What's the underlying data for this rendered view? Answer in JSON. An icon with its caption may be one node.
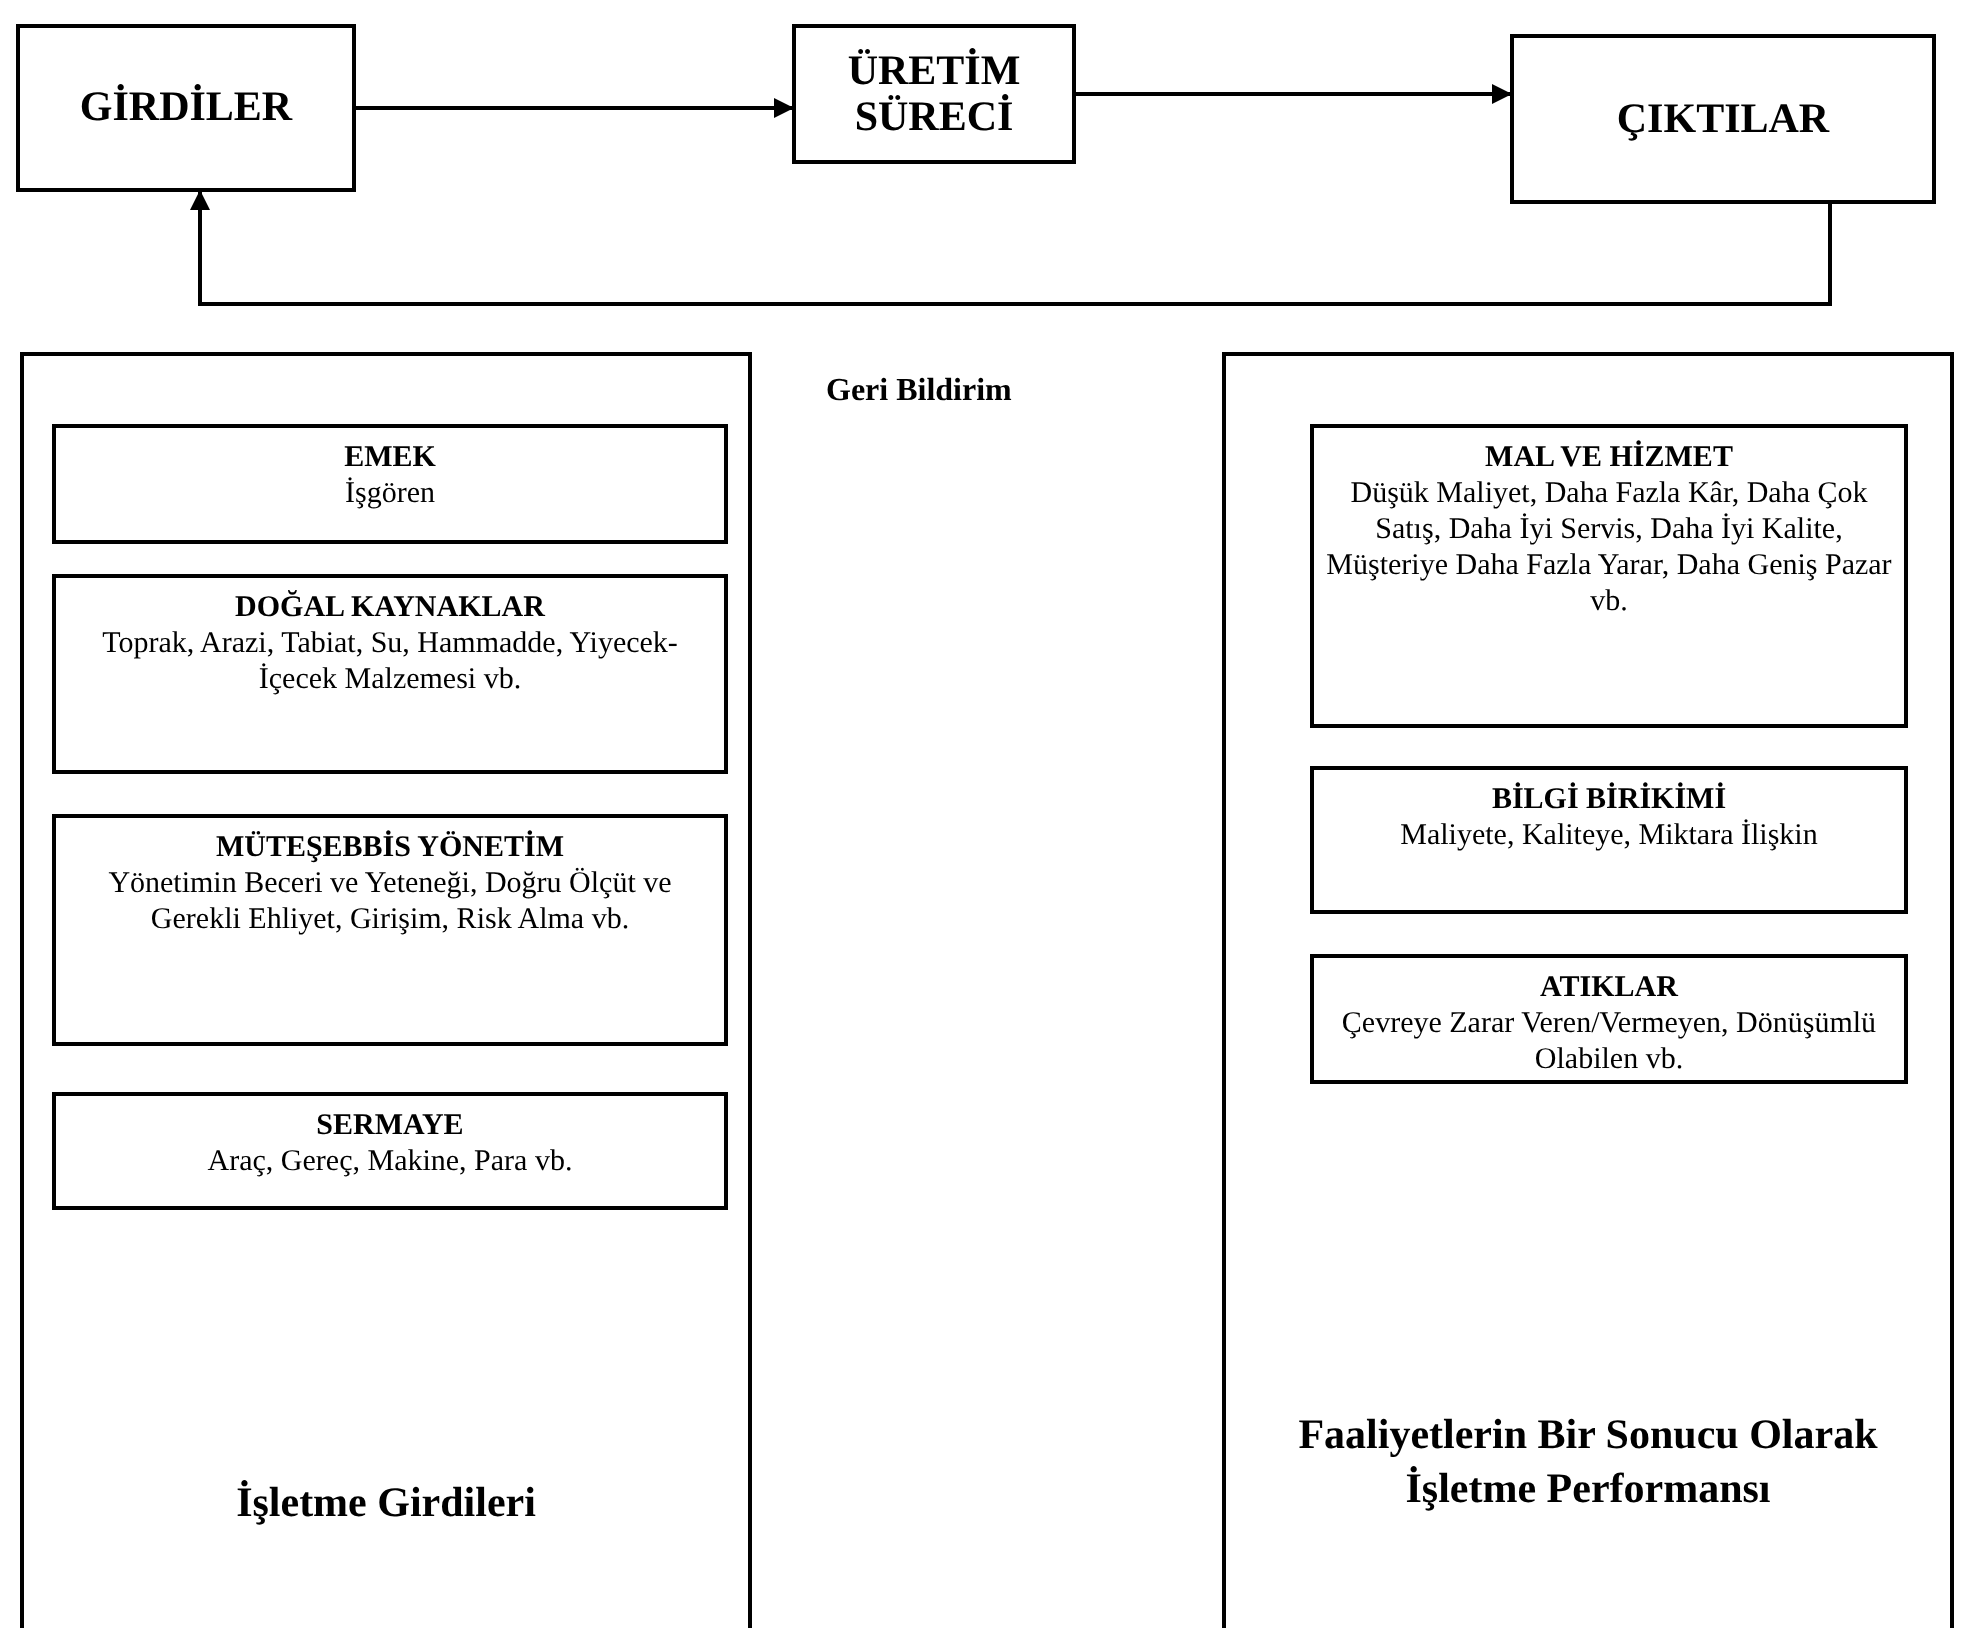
{
  "diagram": {
    "nodes": [
      {
        "text": [
          "GİRDİLER"
        ]
      },
      {
        "text": [
          "ÜRETİM SÜRECİ"
        ]
      },
      {
        "text": [
          "ÇIKTILAR"
        ]
      },
      {
        "text": [
          "İşletme Girdileri"
        ]
      },
      {
        "text": [
          "EMEK",
          "İşgören"
        ],
        "in": 3
      },
      {
        "text": [
          "DOĞAL KAYNAKLAR",
          "Toprak, Arazi, Tabiat, Su, Hammadde, Yiyecek-İçecek Malzemesi vb."
        ],
        "in": 3
      },
      {
        "text": [
          "MÜTEŞEBBİS YÖNETİM",
          "Yönetimin Beceri ve Yeteneği, Doğru Ölçüt ve Gerekli Ehliyet, Girişim, Risk Alma vb."
        ],
        "in": 3
      },
      {
        "text": [
          "SERMAYE",
          "Araç, Gereç, Makine, Para vb."
        ],
        "in": 3
      },
      {
        "text": [
          "Faaliyetlerin Bir Sonucu Olarak İşletme Performansı"
        ]
      },
      {
        "text": [
          "MAL VE HİZMET",
          "Düşük Maliyet, Daha Fazla Kâr, Daha Çok Satış, Daha İyi Servis, Daha İyi Kalite, Müşteriye Daha Fazla Yarar, Daha Geniş Pazar vb."
        ],
        "in": 8
      },
      {
        "text": [
          "BİLGİ BİRİKİMİ",
          "Maliyete, Kaliteye, Miktara İlişkin"
        ],
        "in": 8
      },
      {
        "text": [
          "ATIKLAR",
          "Çevreye Zarar Veren/Vermeyen, Dönüşümlü Olabilen vb."
        ],
        "in": 8
      }
    ],
    "edges": [
      {
        "from": 0,
        "to": 1,
        "arrow": "to"
      },
      {
        "from": 1,
        "to": 2,
        "arrow": "to"
      },
      {
        "from": 2,
        "to": 0,
        "arrow": "to"
      }
    ],
    "labels": [
      "Geri Bildirim"
    ]
  }
}
